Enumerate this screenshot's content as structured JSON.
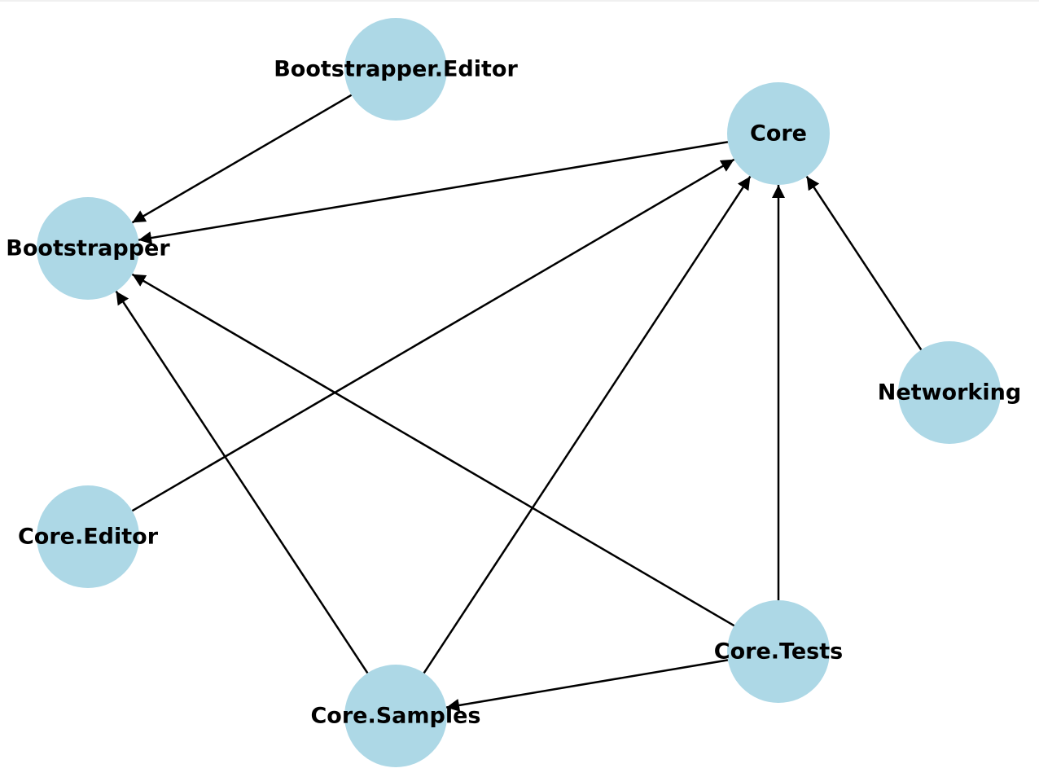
{
  "diagram": {
    "type": "directed-graph",
    "node_fill": "#add8e6",
    "edge_color": "#000000",
    "label_color": "#000000",
    "nodes": [
      {
        "id": "bootstrapper_editor",
        "label": "Bootstrapper.Editor"
      },
      {
        "id": "core",
        "label": "Core"
      },
      {
        "id": "bootstrapper",
        "label": "Bootstrapper"
      },
      {
        "id": "networking",
        "label": "Networking"
      },
      {
        "id": "core_editor",
        "label": "Core.Editor"
      },
      {
        "id": "core_tests",
        "label": "Core.Tests"
      },
      {
        "id": "core_samples",
        "label": "Core.Samples"
      }
    ],
    "edges": [
      {
        "from": "bootstrapper_editor",
        "to": "bootstrapper"
      },
      {
        "from": "core",
        "to": "bootstrapper"
      },
      {
        "from": "core_editor",
        "to": "core"
      },
      {
        "from": "core_samples",
        "to": "core"
      },
      {
        "from": "core_samples",
        "to": "bootstrapper"
      },
      {
        "from": "core_tests",
        "to": "core"
      },
      {
        "from": "core_tests",
        "to": "bootstrapper"
      },
      {
        "from": "core_tests",
        "to": "core_samples"
      },
      {
        "from": "networking",
        "to": "core"
      }
    ]
  }
}
